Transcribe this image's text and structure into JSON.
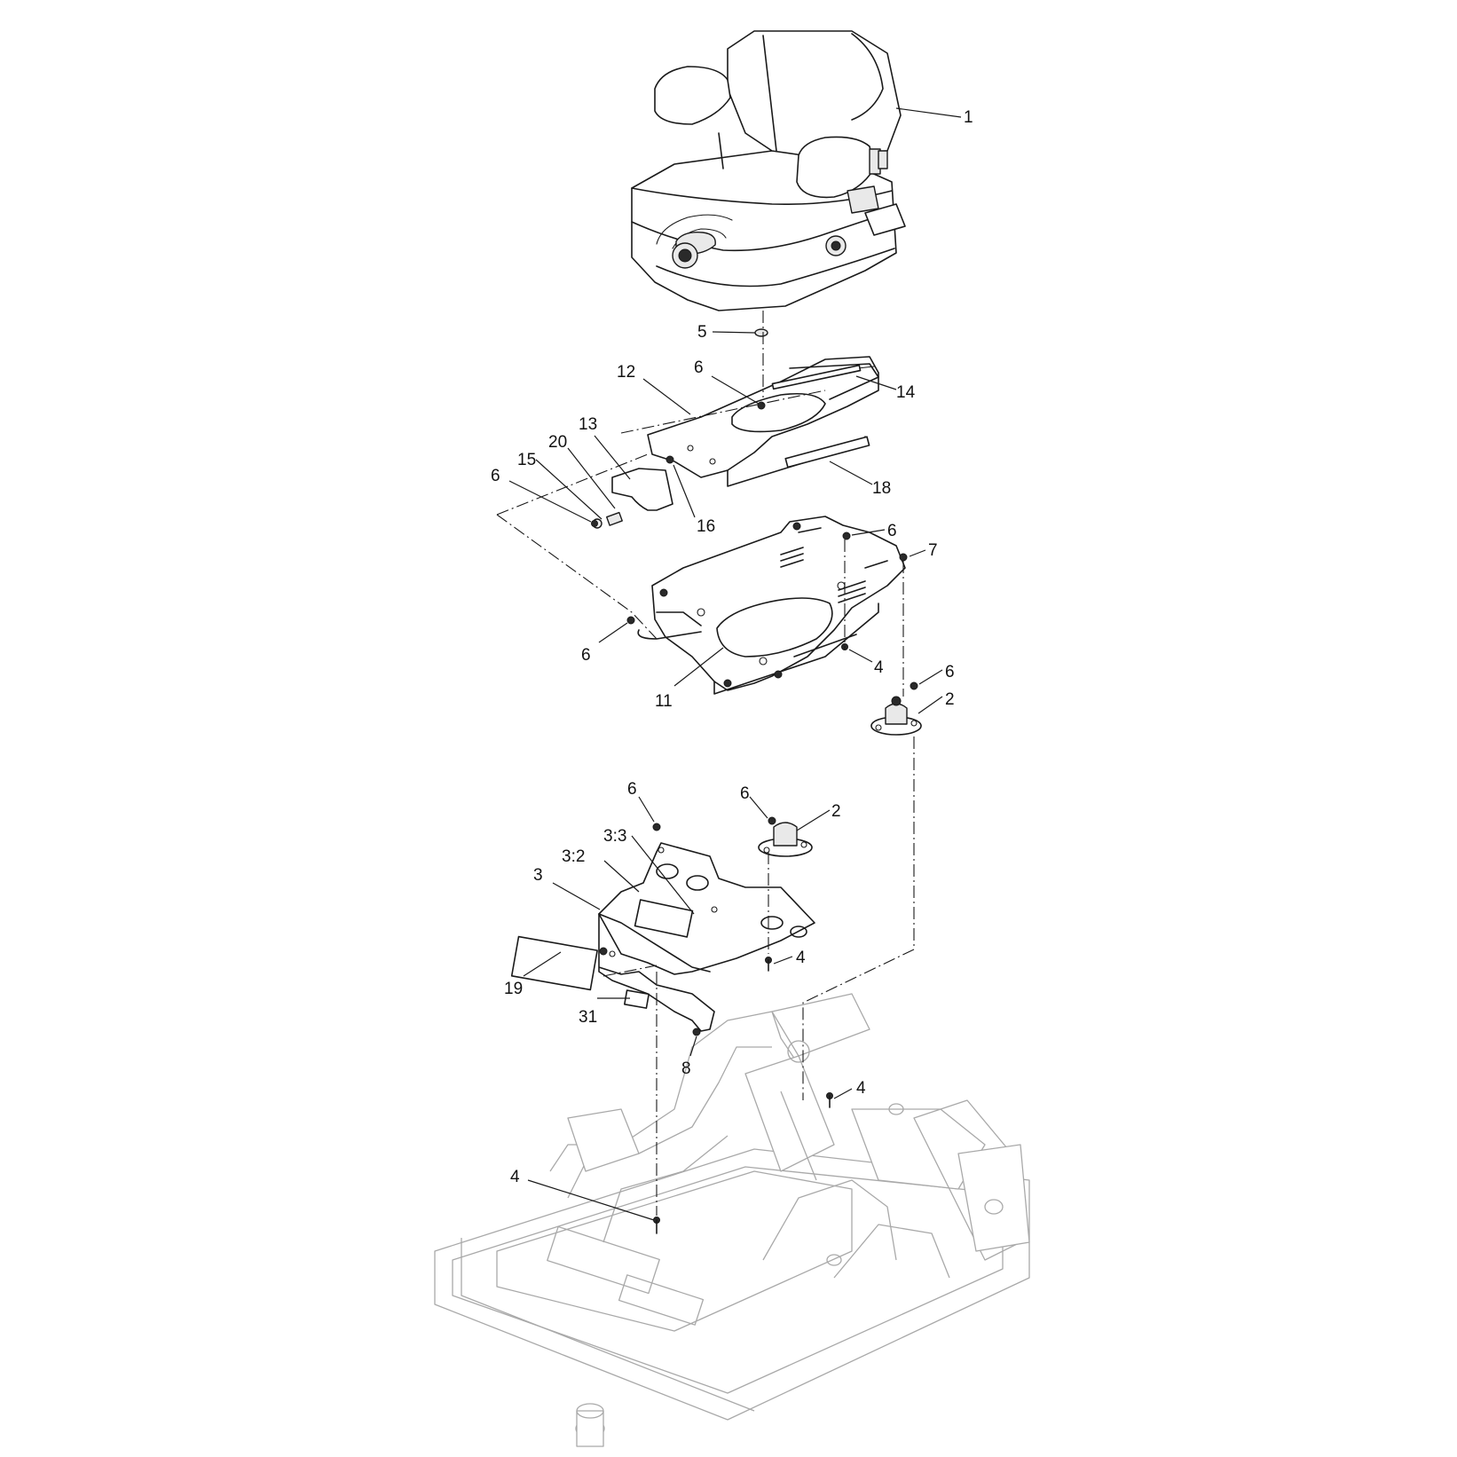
{
  "callouts": {
    "c1": "1",
    "c5": "5",
    "c12": "12",
    "c6_top": "6",
    "c14": "14",
    "c13": "13",
    "c20": "20",
    "c15": "15",
    "c6_left_upper": "6",
    "c16": "16",
    "c18": "18",
    "c6_right": "6",
    "c7": "7",
    "c6_left_lower": "6",
    "c4_upper": "4",
    "c11": "11",
    "c6_mount": "6",
    "c2_upper": "2",
    "c6_plate": "6",
    "c6_mount2": "6",
    "c2_lower": "2",
    "c3_3": "3:3",
    "c3_2": "3:2",
    "c3": "3",
    "c4_plate": "4",
    "c19": "19",
    "c31": "31",
    "c8": "8",
    "c4_frame": "4",
    "c4_bottom": "4"
  }
}
